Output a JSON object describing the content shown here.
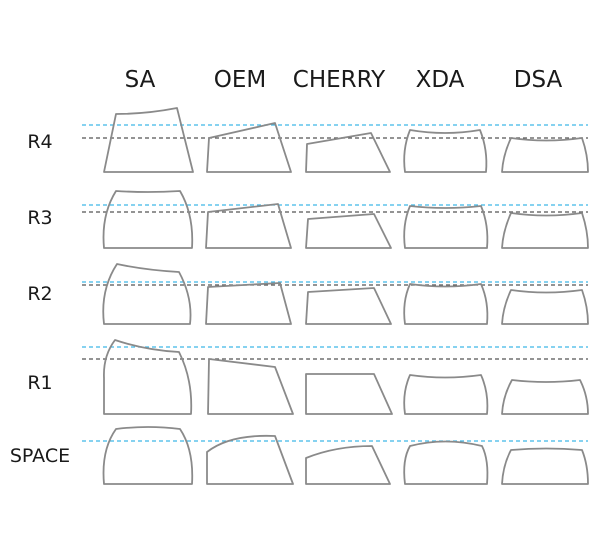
{
  "columns": [
    {
      "id": "sa",
      "label": "SA"
    },
    {
      "id": "oem",
      "label": "OEM"
    },
    {
      "id": "cherry",
      "label": "CHERRY"
    },
    {
      "id": "xda",
      "label": "XDA"
    },
    {
      "id": "dsa",
      "label": "DSA"
    }
  ],
  "rows": [
    {
      "id": "r4",
      "label": "R4"
    },
    {
      "id": "r3",
      "label": "R3"
    },
    {
      "id": "r2",
      "label": "R2"
    },
    {
      "id": "r1",
      "label": "R1"
    },
    {
      "id": "space",
      "label": "SPACE"
    }
  ],
  "colors": {
    "outline": "#8a8a8a",
    "guide_blue": "#3fb6e6",
    "guide_dark": "#555555",
    "text": "#1a1a1a"
  }
}
